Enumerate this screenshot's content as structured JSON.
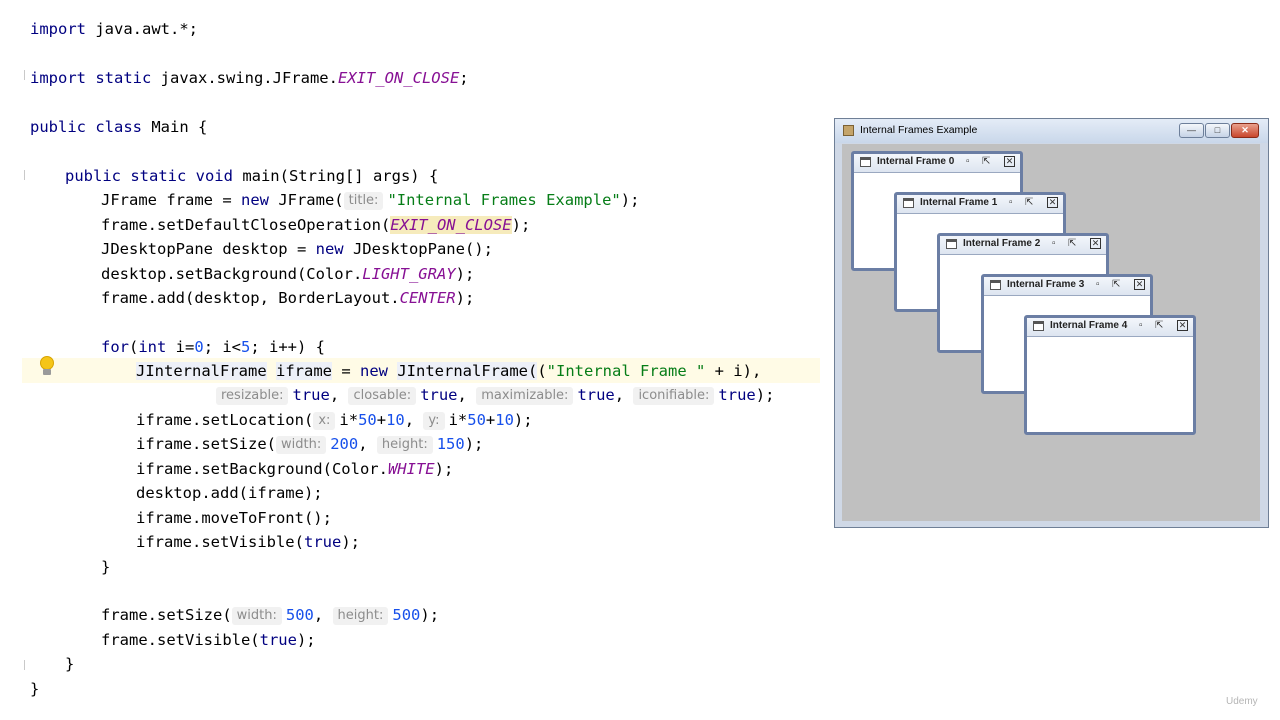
{
  "code": {
    "l1_import": "import",
    "l1_rest": " java.awt.*;",
    "l2_import": "import",
    "l2_static": " static",
    "l2_rest": " javax.swing.JFrame.",
    "l2_const": "EXIT_ON_CLOSE",
    "l2_end": ";",
    "l3_public": "public",
    "l3_class": " class",
    "l3_rest": " Main {",
    "l4_mods": "public static void",
    "l4_rest": " main(String[] args) {",
    "l5_a": "JFrame frame = ",
    "l5_new": "new",
    "l5_b": " JFrame(",
    "l5_hint": "title:",
    "l5_str": "\"Internal Frames Example\"",
    "l5_end": ");",
    "l6_a": "frame.setDefaultCloseOperation(",
    "l6_const": "EXIT_ON_CLOSE",
    "l6_end": ");",
    "l7_a": "JDesktopPane desktop = ",
    "l7_new": "new",
    "l7_b": " JDesktopPane();",
    "l8_a": "desktop.setBackground(Color.",
    "l8_const": "LIGHT_GRAY",
    "l8_end": ");",
    "l9_a": "frame.add(desktop, BorderLayout.",
    "l9_const": "CENTER",
    "l9_end": ");",
    "l10_for": "for",
    "l10_a": "(",
    "l10_int": "int",
    "l10_b": " i=",
    "l10_n0": "0",
    "l10_c": "; i<",
    "l10_n5": "5",
    "l10_d": "; i++) {",
    "l11_type": "JInternalFrame",
    "l11_var": "iframe",
    "l11_a": " = ",
    "l11_new": "new",
    "l11_b": " ",
    "l11_ctor": "JInternalFrame(",
    "l11_c": "(",
    "l11_str": "\"Internal Frame \"",
    "l11_d": " + i),",
    "l12_h1": "resizable:",
    "l12_v1": "true",
    "l12_h2": "closable:",
    "l12_v2": "true",
    "l12_h3": "maximizable:",
    "l12_v3": "true",
    "l12_h4": "iconifiable:",
    "l12_v4": "true",
    "l12_end": ");",
    "l13_a": "iframe.setLocation(",
    "l13_hx": "x:",
    "l13_b": "i*",
    "l13_n1": "50",
    "l13_c": "+",
    "l13_n2": "10",
    "l13_d": ", ",
    "l13_hy": "y:",
    "l13_e": "i*",
    "l13_n3": "50",
    "l13_f": "+",
    "l13_n4": "10",
    "l13_g": ");",
    "l14_a": "iframe.setSize(",
    "l14_hw": "width:",
    "l14_nw": "200",
    "l14_b": ", ",
    "l14_hh": "height:",
    "l14_nh": "150",
    "l14_c": ");",
    "l15_a": "iframe.setBackground(Color.",
    "l15_const": "WHITE",
    "l15_end": ");",
    "l16": "desktop.add(iframe);",
    "l17": "iframe.moveToFront();",
    "l18_a": "iframe.setVisible(",
    "l18_true": "true",
    "l18_end": ");",
    "l19": "}",
    "l20_a": "frame.setSize(",
    "l20_hw": "width:",
    "l20_nw": "500",
    "l20_b": ", ",
    "l20_hh": "height:",
    "l20_nh": "500",
    "l20_c": ");",
    "l21_a": "frame.setVisible(",
    "l21_true": "true",
    "l21_end": ");",
    "l22": "}",
    "l23": "}"
  },
  "window": {
    "title": "Internal Frames Example",
    "minimize": "—",
    "maximize": "□",
    "close": "✕",
    "icon": "java-cup-icon",
    "frames": [
      {
        "title": "Internal Frame 0"
      },
      {
        "title": "Internal Frame 1"
      },
      {
        "title": "Internal Frame 2"
      },
      {
        "title": "Internal Frame 3"
      },
      {
        "title": "Internal Frame 4"
      }
    ],
    "frame_buttons": {
      "iconify": "▫",
      "maximize": "⇱",
      "close": "☒"
    }
  },
  "colors": {
    "keyword": "#000080",
    "string": "#067d17",
    "number": "#1750eb",
    "constant": "#871094",
    "desktop_bg": "#c0c0c0"
  },
  "watermark": "Udemy"
}
